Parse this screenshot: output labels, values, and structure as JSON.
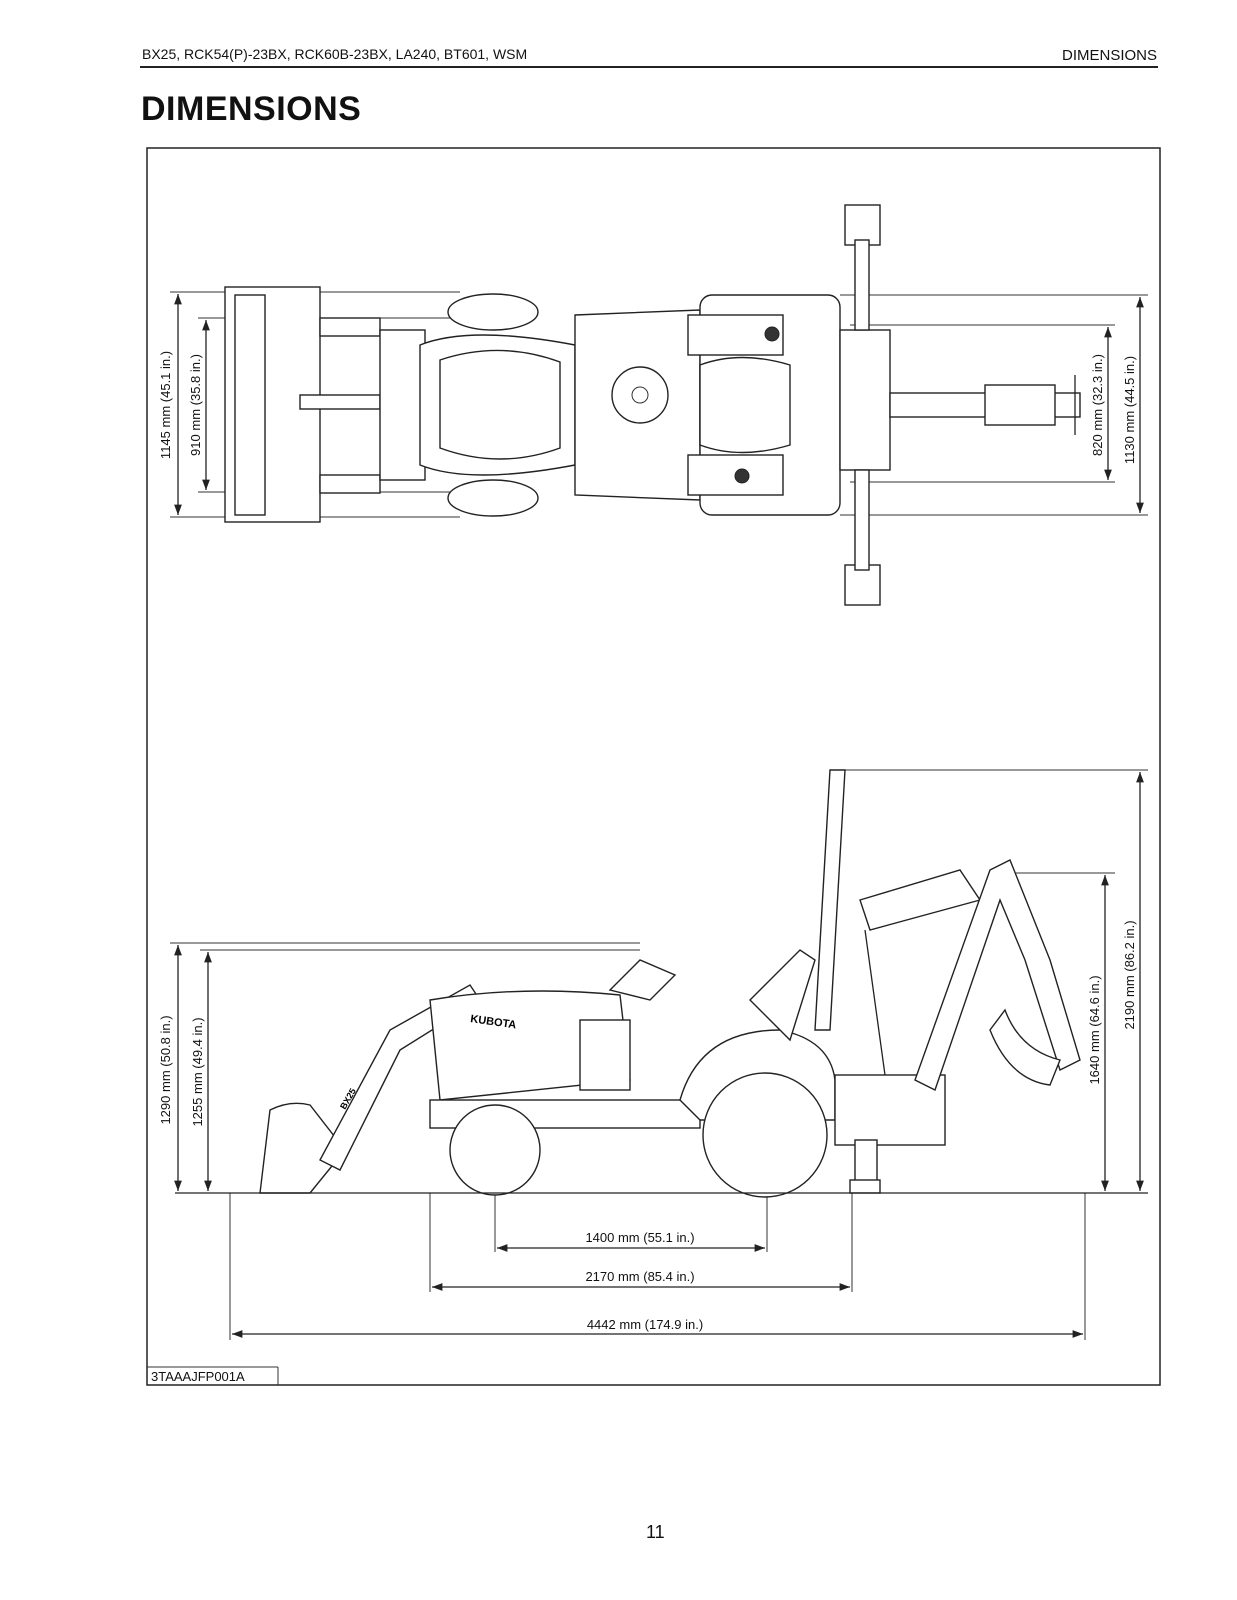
{
  "header": {
    "models": "BX25, RCK54(P)-23BX, RCK60B-23BX, LA240, BT601, WSM",
    "section": "DIMENSIONS"
  },
  "page_title": "DIMENSIONS",
  "figure": {
    "top_view": {
      "front_overall_width": "1145 mm (45.1 in.)",
      "front_tread": "910 mm (35.8 in.)",
      "rear_tread": "820 mm (32.3 in.)",
      "rear_overall_width": "1130 mm (44.5 in.)"
    },
    "side_view": {
      "overall_height_loader": "1290 mm (50.8 in.)",
      "steering_height": "1255 mm (49.4 in.)",
      "backhoe_height": "1640 mm (64.6 in.)",
      "rops_height": "2190 mm (86.2 in.)",
      "wheelbase": "1400 mm (55.1 in.)",
      "length_without_loader": "2170 mm (85.4 in.)",
      "overall_length": "4442 mm (174.9 in.)",
      "logo_text": "KUBOTA",
      "model_badge": "BX25"
    },
    "figure_code": "3TAAAJFP001A"
  },
  "page_number": "11"
}
